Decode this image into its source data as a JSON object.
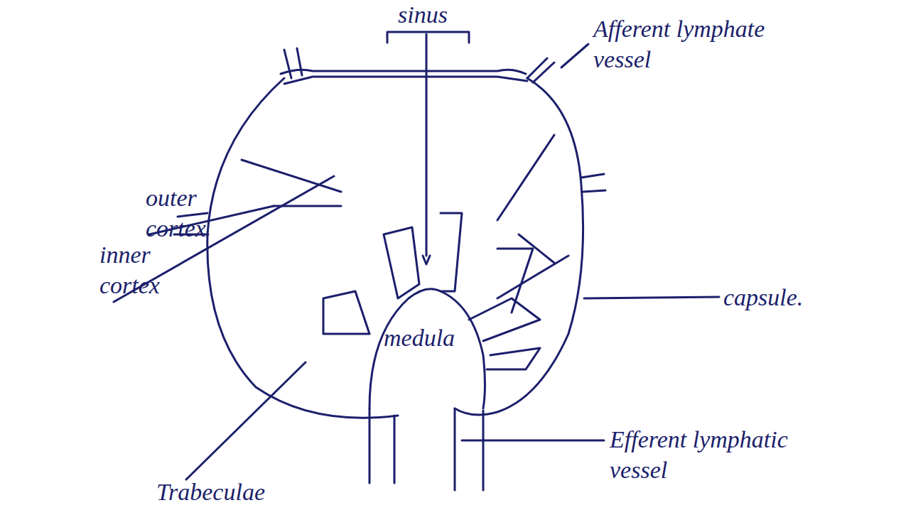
{
  "diagram": {
    "labels": [
      "sinus",
      "Afferent lymphate vessel",
      "outer cortex",
      "inner cortex",
      "capsule.",
      "medula",
      "Efferent lymphatic vessel",
      "Trabeculae"
    ]
  }
}
